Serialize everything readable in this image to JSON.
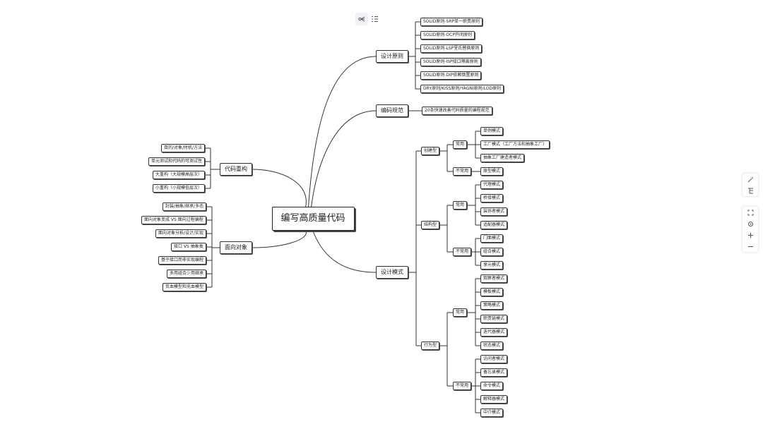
{
  "toolbar": {
    "mindmap_view_icon": "mindmap-view-icon",
    "outline_view_icon": "outline-view-icon"
  },
  "root": "编写高质量代码",
  "branches": [
    {
      "id": "design-principles",
      "label": "设计原则",
      "children": [
        {
          "label": "SOLID原则-SRP单一职责原则"
        },
        {
          "label": "SOLID原则-OCP开闭原则"
        },
        {
          "label": "SOLID原则-LSP里氏替换原则"
        },
        {
          "label": "SOLID原则-ISP接口隔离原则"
        },
        {
          "label": "SOLID原则-DIP依赖倒置原则"
        },
        {
          "label": "DRY原则/KISS原则/YAGNI原则/LOD原则"
        }
      ]
    },
    {
      "id": "coding-standards",
      "label": "编码规范",
      "children": [
        {
          "label": "20条快速改善代码质量的编程规范"
        }
      ]
    },
    {
      "id": "design-patterns",
      "label": "设计模式",
      "children": [
        {
          "label": "创建型",
          "children": [
            {
              "label": "常用",
              "children": [
                {
                  "label": "单例模式"
                },
                {
                  "label": "工厂模式（工厂方法和抽象工厂）"
                },
                {
                  "label": "抽象工厂建造者模式"
                }
              ]
            },
            {
              "label": "不常用",
              "children": [
                {
                  "label": "原型模式"
                }
              ]
            }
          ]
        },
        {
          "label": "结构型",
          "children": [
            {
              "label": "常用",
              "children": [
                {
                  "label": "代理模式"
                },
                {
                  "label": "桥接模式"
                },
                {
                  "label": "装饰者模式"
                },
                {
                  "label": "适配器模式"
                }
              ]
            },
            {
              "label": "不常用",
              "children": [
                {
                  "label": "门面模式"
                },
                {
                  "label": "组合模式"
                },
                {
                  "label": "享元模式"
                }
              ]
            }
          ]
        },
        {
          "label": "行为型",
          "children": [
            {
              "label": "常用",
              "children": [
                {
                  "label": "观察者模式"
                },
                {
                  "label": "模板模式"
                },
                {
                  "label": "策略模式"
                },
                {
                  "label": "职责链模式"
                },
                {
                  "label": "迭代器模式"
                },
                {
                  "label": "状态模式"
                }
              ]
            },
            {
              "label": "不常用",
              "children": [
                {
                  "label": "访问者模式"
                },
                {
                  "label": "备忘录模式"
                },
                {
                  "label": "命令模式"
                },
                {
                  "label": "解释器模式"
                },
                {
                  "label": "中介模式"
                }
              ]
            }
          ]
        }
      ]
    },
    {
      "id": "refactoring",
      "label": "代码重构",
      "children": [
        {
          "label": "目的/对象/时机/方法"
        },
        {
          "label": "单元测试和代码的可测试性"
        },
        {
          "label": "大重构（大规模高层次）"
        },
        {
          "label": "小重构（小规模低层次）"
        }
      ]
    },
    {
      "id": "oop",
      "label": "面向对象",
      "children": [
        {
          "label": "封装/抽象/继承/多态"
        },
        {
          "label": "面向对象变成 VS 面向过程编程"
        },
        {
          "label": "面向对象分析/设计/实现"
        },
        {
          "label": "接口 VS 抽象类"
        },
        {
          "label": "基于接口而非实现编程"
        },
        {
          "label": "多用组合少用继承"
        },
        {
          "label": "贫血模型和充血模型"
        }
      ]
    }
  ],
  "side_panel": {
    "top_icons": [
      "magic-wand-icon",
      "structure-icon"
    ],
    "bottom_icons": [
      "fit-screen-icon",
      "locate-icon",
      "zoom-in-icon",
      "zoom-out-icon"
    ]
  }
}
